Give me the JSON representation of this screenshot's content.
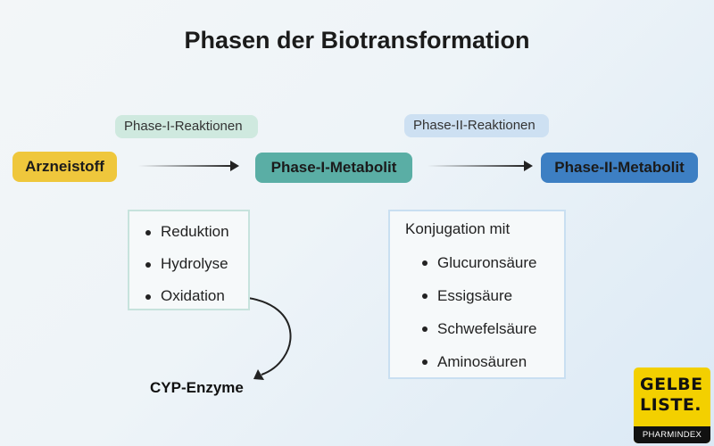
{
  "title": "Phasen der Biotransformation",
  "labels": {
    "phase1_reactions": "Phase-I-Reaktionen",
    "phase2_reactions": "Phase-II-Reaktionen"
  },
  "nodes": {
    "drug": "Arzneistoff",
    "metabolite1": "Phase-I-Metabolit",
    "metabolite2": "Phase-II-Metabolit"
  },
  "phase1_list": [
    "Reduktion",
    "Hydrolyse",
    "Oxidation"
  ],
  "phase2": {
    "intro": "Konjugation mit",
    "items": [
      "Glucuronsäure",
      "Essigsäure",
      "Schwefelsäure",
      "Aminosäuren"
    ]
  },
  "cyp": "CYP-Enzyme",
  "logo": {
    "line1": "GELBE",
    "line2": "LISTE.",
    "band": "PHARMINDEX"
  },
  "colors": {
    "drug": "#efc73c",
    "metabolite1": "#5aaea5",
    "metabolite2": "#3d7fc3",
    "phase1_pill": "#cfe9df",
    "phase2_pill": "#cde0f2",
    "logo_yellow": "#f3d000"
  }
}
